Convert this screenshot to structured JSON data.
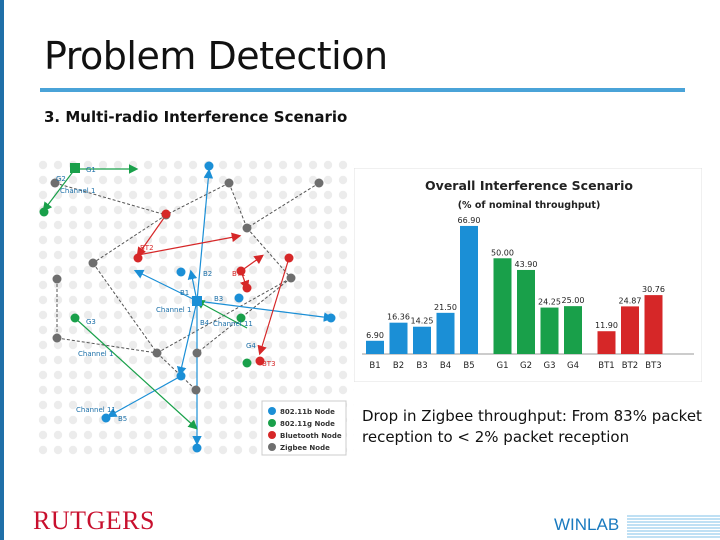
{
  "slide": {
    "title": "Problem Detection",
    "subtitle": "3.  Multi-radio Interference Scenario",
    "caption": "Drop in Zigbee throughput: From 83% packet reception to < 2% packet reception",
    "logo_left": "RUTGERS",
    "logo_right": "WINLAB"
  },
  "network": {
    "node_labels": [
      "G1",
      "G2",
      "Channel 1",
      "BT2",
      "B2",
      "BT1",
      "B1",
      "B3",
      "Channel 1",
      "G3",
      "B4",
      "Channel 11",
      "G4",
      "Channel 1",
      "BT3",
      "Channel 11",
      "B5"
    ],
    "legend": [
      {
        "label": "802.11b Node",
        "color": "#1b8fd6"
      },
      {
        "label": "802.11g Node",
        "color": "#19a04a"
      },
      {
        "label": "Bluetooth Node",
        "color": "#d62728"
      },
      {
        "label": "Zigbee Node",
        "color": "#6e6e6e"
      }
    ]
  },
  "chart_data": {
    "type": "bar",
    "title": "Overall Interference Scenario",
    "subtitle": "(% of nominal throughput)",
    "categories": [
      "B1",
      "B2",
      "B3",
      "B4",
      "B5",
      "G1",
      "G2",
      "G3",
      "G4",
      "BT1",
      "BT2",
      "BT3"
    ],
    "values": [
      6.9,
      16.36,
      14.25,
      21.5,
      66.9,
      50.0,
      43.9,
      24.25,
      25.0,
      11.9,
      24.87,
      30.76
    ],
    "value_labels": [
      "6.90",
      "16.36",
      "14.25",
      "21.50",
      "66.90",
      "50.00",
      "43.90",
      "24.25",
      "25.00",
      "11.90",
      "24.87",
      "30.76"
    ],
    "groups": [
      "b",
      "b",
      "b",
      "b",
      "b",
      "g",
      "g",
      "g",
      "g",
      "bt",
      "bt",
      "bt"
    ],
    "colors": {
      "b": "#1b8fd6",
      "g": "#19a04a",
      "bt": "#d62728"
    },
    "ylim": [
      0,
      70
    ],
    "xlabel": "",
    "ylabel": ""
  }
}
